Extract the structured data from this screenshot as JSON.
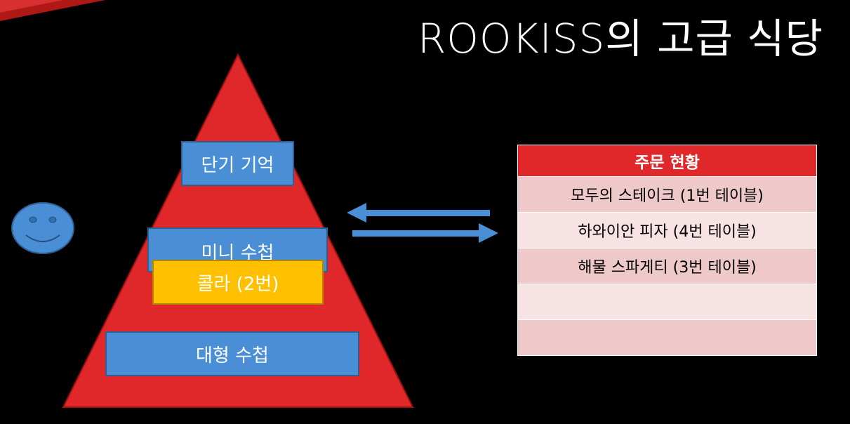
{
  "title": "ROOKISS의 고급 식당",
  "pyramid": {
    "top_label": "단기 기억",
    "mid_label": "미니 수첩",
    "cola_label": "콜라 (2번)",
    "bottom_label": "대형 수첩",
    "color": "#e0282a"
  },
  "orders": {
    "header": "주문 현황",
    "rows": [
      "모두의 스테이크 (1번 테이블)",
      "하와이안 피자 (4번 테이블)",
      "해물 스파게티 (3번 테이블)",
      "",
      ""
    ]
  },
  "colors": {
    "accent_red": "#e0282a",
    "box_blue": "#4a8fd6",
    "cola_yellow": "#ffc000",
    "row_dark": "#efc9ca",
    "row_light": "#f7e3e3"
  }
}
